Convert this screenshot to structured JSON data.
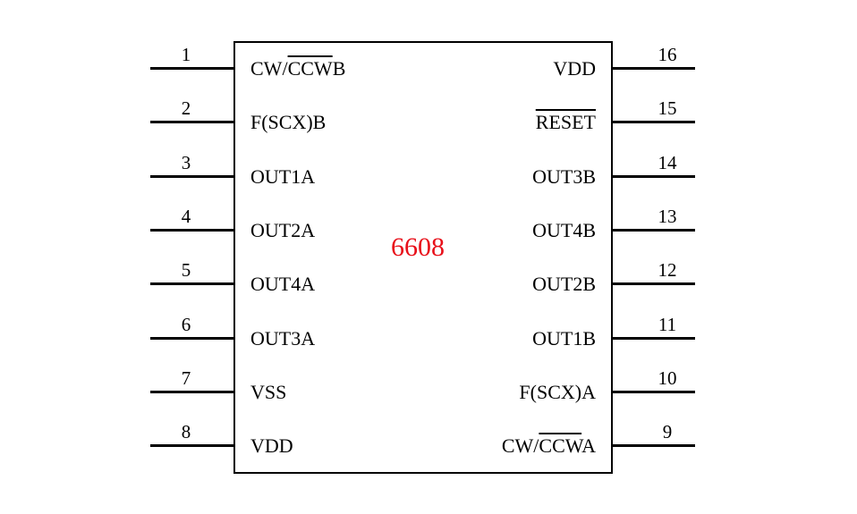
{
  "chip": {
    "part_number": "6608",
    "part_number_color": "#e8101a"
  },
  "pins_left": [
    {
      "num": "1",
      "label": [
        {
          "t": "CW/"
        },
        {
          "t": "CCW",
          "overline": true
        },
        {
          "t": "B"
        }
      ]
    },
    {
      "num": "2",
      "label": [
        {
          "t": "F(SCX)B"
        }
      ]
    },
    {
      "num": "3",
      "label": [
        {
          "t": "OUT1A"
        }
      ]
    },
    {
      "num": "4",
      "label": [
        {
          "t": "OUT2A"
        }
      ]
    },
    {
      "num": "5",
      "label": [
        {
          "t": "OUT4A"
        }
      ]
    },
    {
      "num": "6",
      "label": [
        {
          "t": "OUT3A"
        }
      ]
    },
    {
      "num": "7",
      "label": [
        {
          "t": "VSS"
        }
      ]
    },
    {
      "num": "8",
      "label": [
        {
          "t": "VDD"
        }
      ]
    }
  ],
  "pins_right": [
    {
      "num": "16",
      "label": [
        {
          "t": "VDD"
        }
      ]
    },
    {
      "num": "15",
      "label": [
        {
          "t": "RESET",
          "overline": true
        }
      ]
    },
    {
      "num": "14",
      "label": [
        {
          "t": "OUT3B"
        }
      ]
    },
    {
      "num": "13",
      "label": [
        {
          "t": "OUT4B"
        }
      ]
    },
    {
      "num": "12",
      "label": [
        {
          "t": "OUT2B"
        }
      ]
    },
    {
      "num": "11",
      "label": [
        {
          "t": "OUT1B"
        }
      ]
    },
    {
      "num": "10",
      "label": [
        {
          "t": "F(SCX)A"
        }
      ]
    },
    {
      "num": "9",
      "label": [
        {
          "t": "CW/"
        },
        {
          "t": "CCW",
          "overline": true
        },
        {
          "t": "A"
        }
      ]
    }
  ]
}
